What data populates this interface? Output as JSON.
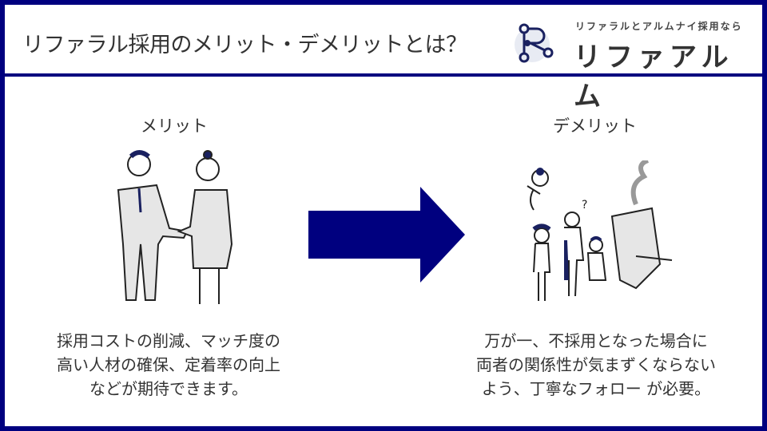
{
  "header": {
    "title": "リファラル採用のメリット・デメリットとは？"
  },
  "logo": {
    "tagline": "リファラルとアルムナイ採用なら",
    "name": "リファアルム"
  },
  "merit": {
    "label": "メリット",
    "lines": [
      "採用コストの削減、マッチ度の",
      "高い人材の確保、定着率の向上",
      "などが期待できます。"
    ]
  },
  "demerit": {
    "label": "デメリット",
    "lines": [
      "万が一、不採用となった場合に",
      "両者の関係性が気まずくならない",
      "よう、丁寧なフォロー が必要。"
    ]
  },
  "colors": {
    "border": "#00007f",
    "arrow": "#00007f"
  }
}
